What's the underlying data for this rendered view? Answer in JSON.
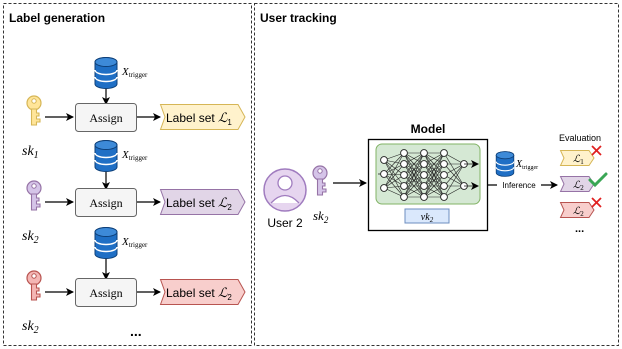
{
  "panels": {
    "left_title": "Label generation",
    "right_title": "User tracking"
  },
  "label_generation": {
    "trigger_symbol": "X",
    "trigger_subscript": "trigger",
    "rows": [
      {
        "key_base": "sk",
        "key_sub": "1",
        "assign": "Assign",
        "label_text": "Label set ",
        "label_math": "ℒ",
        "label_sub": "1",
        "color": "#fff2cc",
        "stroke": "#d6b656",
        "key_color": "#ffe599"
      },
      {
        "key_base": "sk",
        "key_sub": "2",
        "assign": "Assign",
        "label_text": "Label set ",
        "label_math": "ℒ",
        "label_sub": "2",
        "color": "#e1d5e7",
        "stroke": "#9673a6",
        "key_color": "#d5c4e8"
      },
      {
        "key_base": "sk",
        "key_sub": "2",
        "assign": "Assign",
        "label_text": "Label set ",
        "label_math": "ℒ",
        "label_sub": "2",
        "color": "#f8cecc",
        "stroke": "#b85450",
        "key_color": "#f4b6b4"
      }
    ],
    "ellipsis": "..."
  },
  "user_tracking": {
    "user_label": "User 2",
    "key_base": "sk",
    "key_sub": "2",
    "model_title": "Model",
    "vk_base": "vk",
    "vk_sub": "2",
    "trigger_symbol": "X",
    "trigger_subscript": "trigger",
    "inference_label": "Inference",
    "evaluation_title": "Evaluation",
    "evaluation_items": [
      {
        "math": "ℒ",
        "sub": "1",
        "mark": "cross",
        "color": "#fff2cc",
        "stroke": "#d6b656"
      },
      {
        "math": "ℒ",
        "sub": "2",
        "mark": "check",
        "color": "#e1d5e7",
        "stroke": "#9673a6"
      },
      {
        "math": "ℒ",
        "sub": "2",
        "mark": "cross",
        "color": "#f8cecc",
        "stroke": "#b85450"
      }
    ],
    "ellipsis": "..."
  },
  "colors": {
    "db_blue": "#1f6fc5",
    "model_green": "#d5e8d4",
    "model_green_stroke": "#82b366",
    "vk_blue": "#dae8fc",
    "vk_stroke": "#6c8ebf",
    "user_fill": "#e6d5ef",
    "user_stroke": "#a07cbf",
    "check": "#3aa655",
    "cross": "#e02020"
  }
}
